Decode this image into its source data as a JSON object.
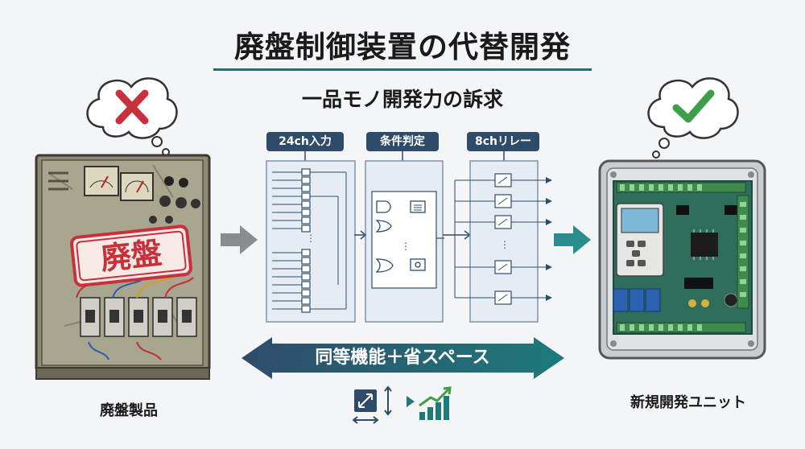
{
  "title": "廃盤制御装置の代替開発",
  "subtitle": "一品モノ開発力の訴求",
  "panels": {
    "input_label": "24ch入力",
    "logic_label": "条件判定",
    "relay_label": "8chリレー"
  },
  "stamp_text": "廃盤",
  "banner_text": "同等機能＋省スペース",
  "captions": {
    "old_product": "廃盤製品",
    "new_unit": "新規開発ユニット"
  },
  "colors": {
    "accent": "#1e6f77",
    "tag_bg": "#2f4b6a",
    "stamp": "#c8313b",
    "check": "#3f9e4a",
    "cross": "#c8313b",
    "pcb": "#2e6e5a"
  },
  "icons": {
    "old_thought": "cross-icon",
    "new_thought": "check-icon",
    "resize": "resize-icon",
    "growth": "growth-chart-icon"
  }
}
